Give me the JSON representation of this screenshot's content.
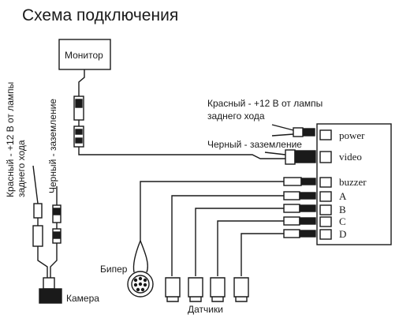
{
  "title": "Схема подключения",
  "monitor_label": "Монитор",
  "red_wire_label": [
    "Красный - +12 В от лампы",
    "заднего хода"
  ],
  "black_wire_label": "Черный - заземление",
  "left_red_label": [
    "Красный - +12 В от лампы",
    "заднего хода"
  ],
  "left_black_label": "Черный - заземление",
  "box_ports": [
    "power",
    "video",
    "buzzer",
    "A",
    "B",
    "C",
    "D"
  ],
  "beeper_label": "Бипер",
  "camera_label": "Камера",
  "sensors_label": "Датчики",
  "colors": {
    "ink": "#1a1a1a",
    "background": "#ffffff"
  },
  "sensor_count": 4
}
